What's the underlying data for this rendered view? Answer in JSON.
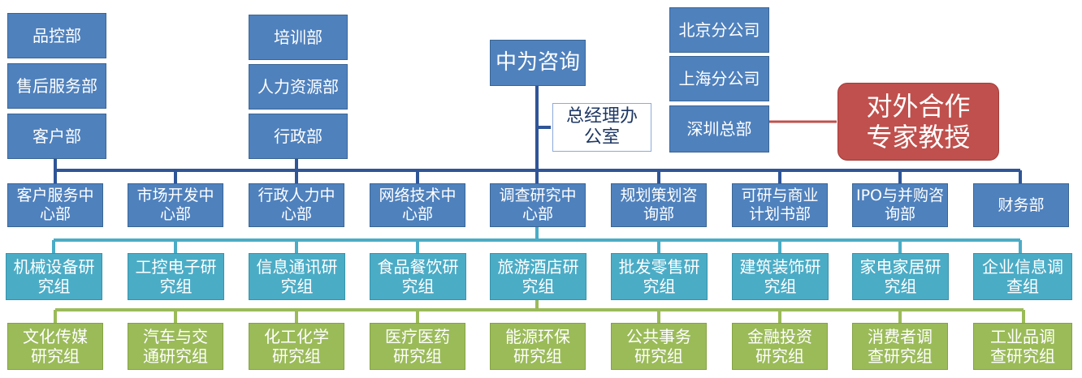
{
  "colors": {
    "blue": "#4f81bd",
    "cyan": "#4bacc6",
    "green": "#9bbb59",
    "red": "#c0504d",
    "line": "#2f5597"
  },
  "top": "中为咨询",
  "gm_office": "总经理办\n公室",
  "partner": "对外合作\n专家教授",
  "left_stack": [
    "品控部",
    "售后服务部",
    "客户部"
  ],
  "mid_stack": [
    "培训部",
    "人力资源部",
    "行政部"
  ],
  "branches": [
    "北京分公司",
    "上海分公司",
    "深圳总部"
  ],
  "centers": [
    "客户服务中\n心部",
    "市场开发中\n心部",
    "行政人力中\n心部",
    "网络技术中\n心部",
    "调查研究中\n心部",
    "规划策划咨\n询部",
    "可研与商业\n计划书部",
    "IPO与并购咨\n询部",
    "财务部"
  ],
  "groups_row1": [
    "机械设备研\n究组",
    "工控电子研\n究组",
    "信息通讯研\n究组",
    "食品餐饮研\n究组",
    "旅游酒店研\n究组",
    "批发零售研\n究组",
    "建筑装饰研\n究组",
    "家电家居研\n究组",
    "企业信息调\n查组"
  ],
  "groups_row2": [
    "文化传媒\n研究组",
    "汽车与交\n通研究组",
    "化工化学\n研究组",
    "医疗医药\n研究组",
    "能源环保\n研究组",
    "公共事务\n研究组",
    "金融投资\n研究组",
    "消费者调\n查研究组",
    "工业品调\n查研究组"
  ]
}
